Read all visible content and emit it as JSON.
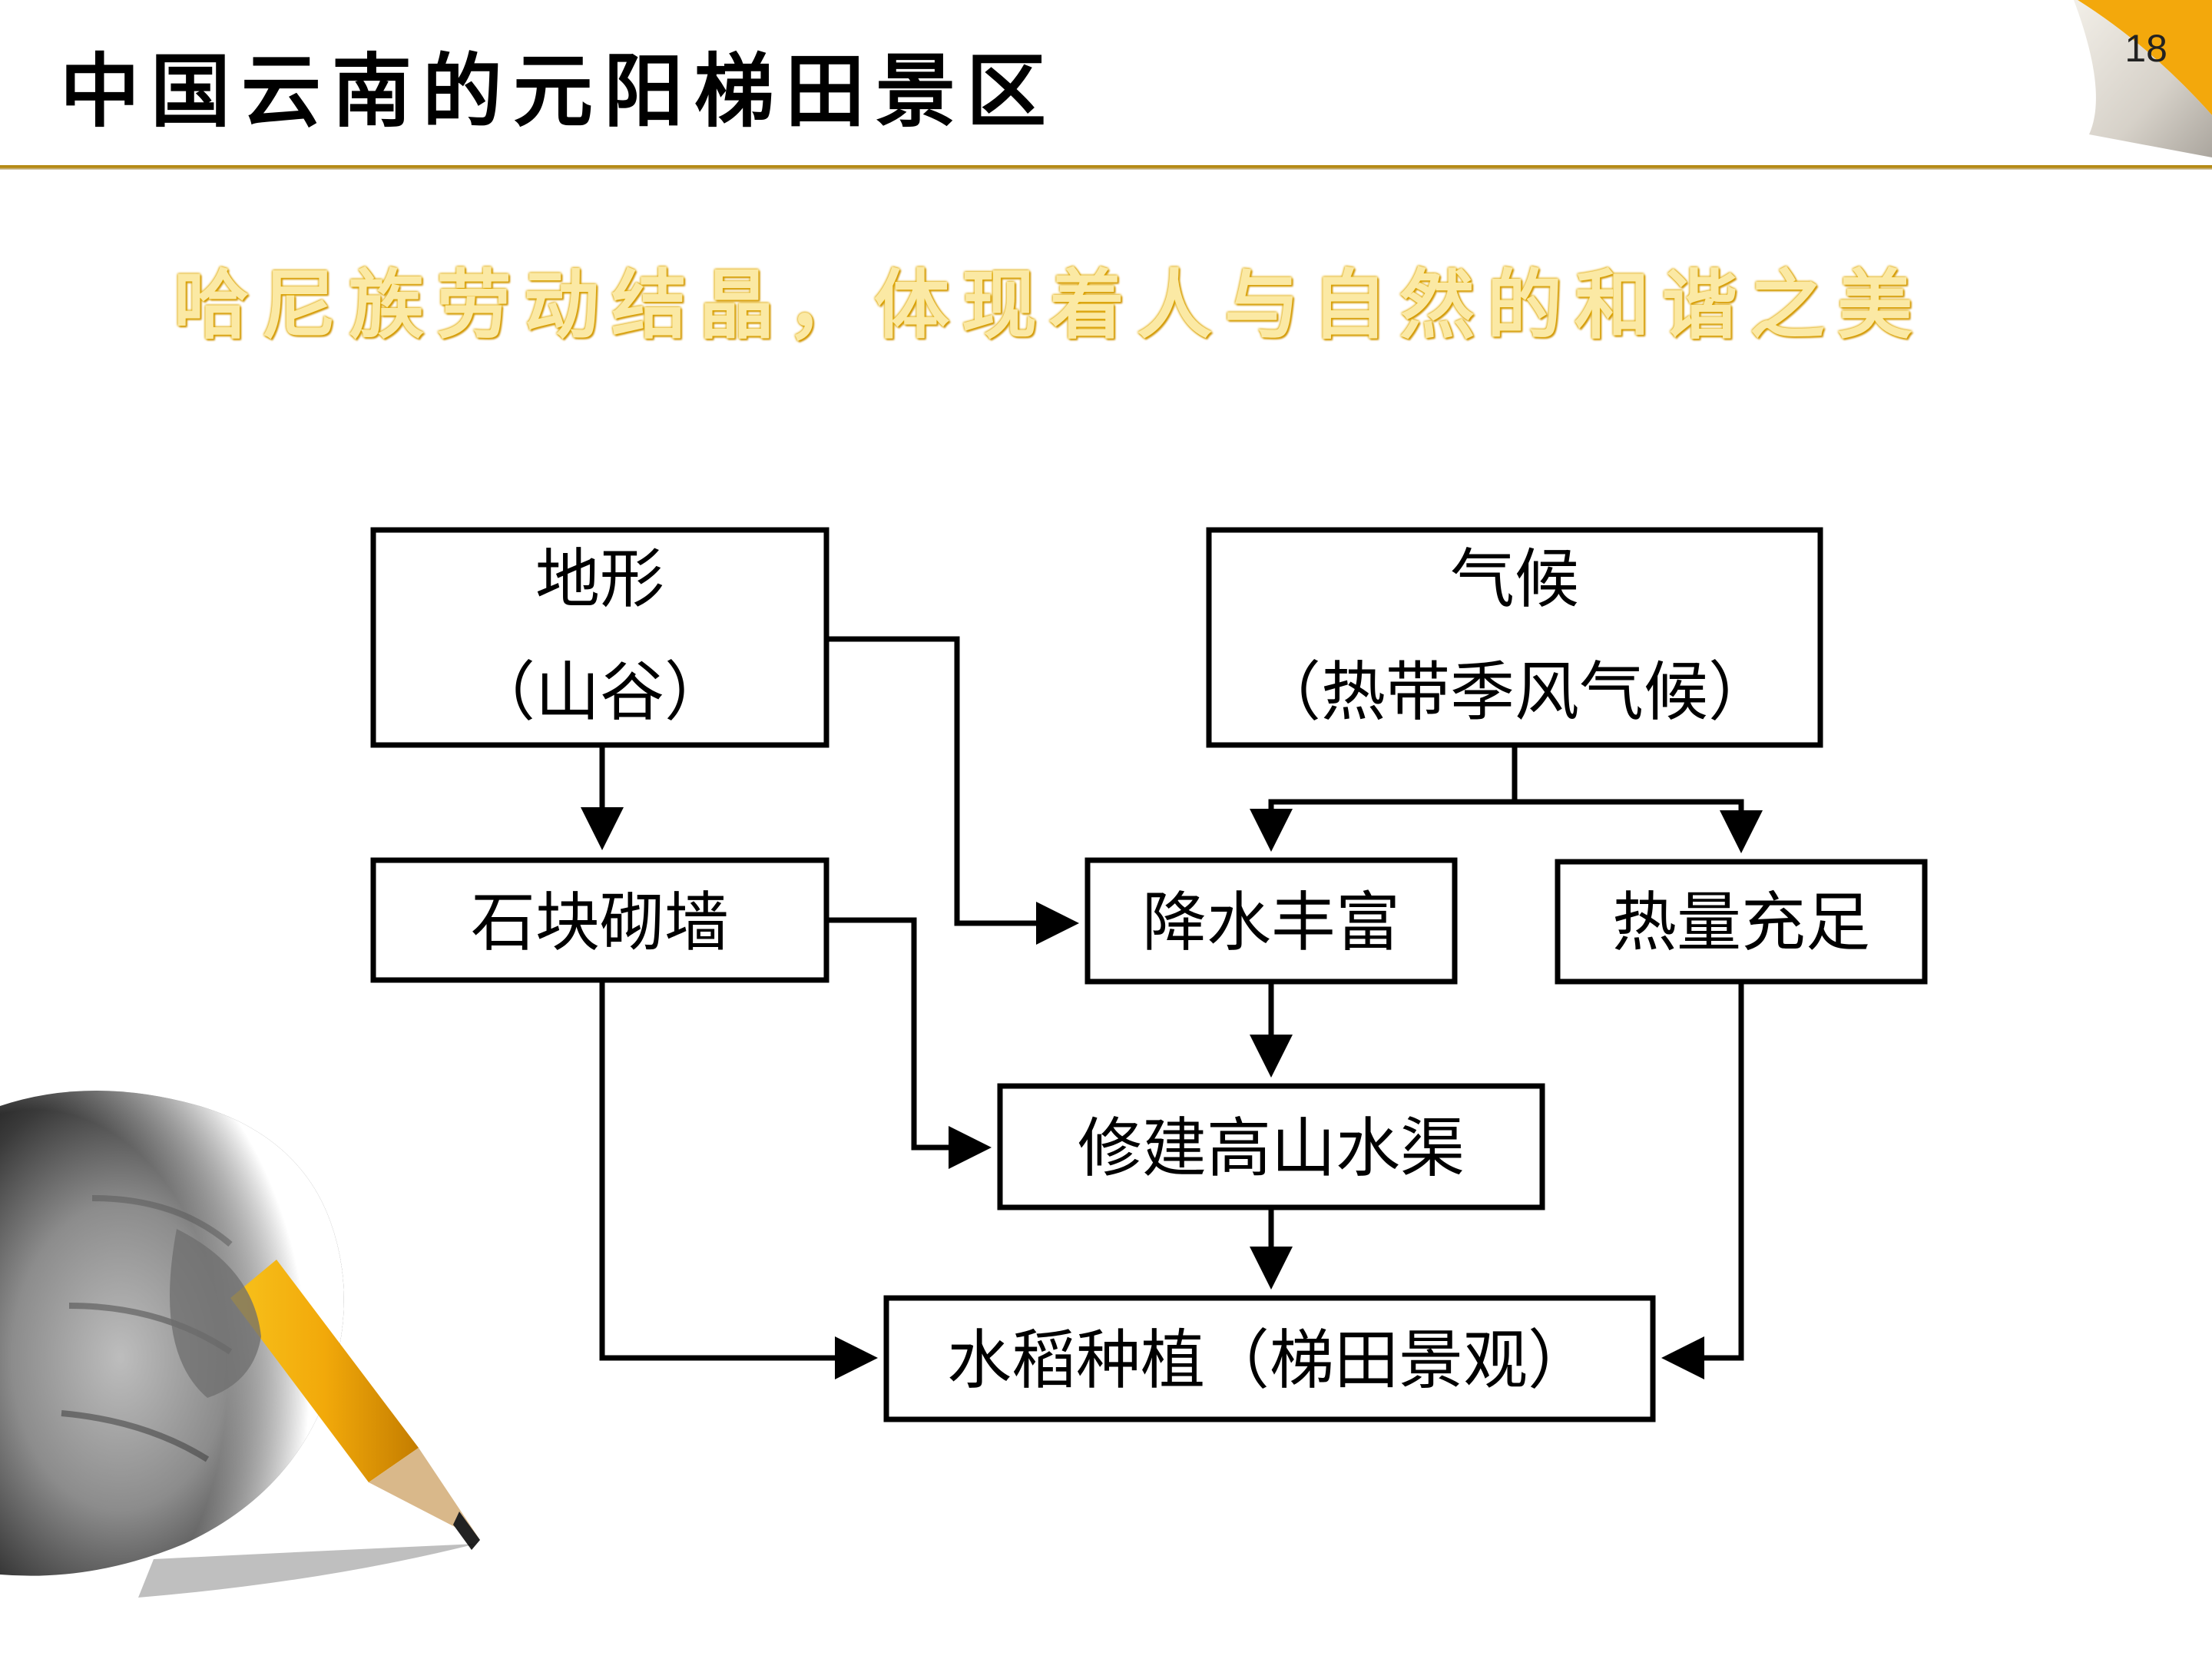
{
  "header": {
    "title": "中国云南的元阳梯田景区",
    "page_number": "18"
  },
  "subtitle": "哈尼族劳动结晶，体现着人与自然的和谐之美",
  "diagram": {
    "nodes": {
      "terrain_line1": "地形",
      "terrain_line2": "（山谷）",
      "climate_line1": "气候",
      "climate_line2": "（热带季风气候）",
      "stone_wall": "石块砌墙",
      "rain": "降水丰富",
      "heat": "热量充足",
      "canal": "修建高山水渠",
      "rice": "水稻种植（梯田景观）"
    }
  },
  "colors": {
    "accent_gold": "#f3a80c",
    "subtitle_fill": "#fbe9a4",
    "rule_gold": "#b58a14"
  }
}
